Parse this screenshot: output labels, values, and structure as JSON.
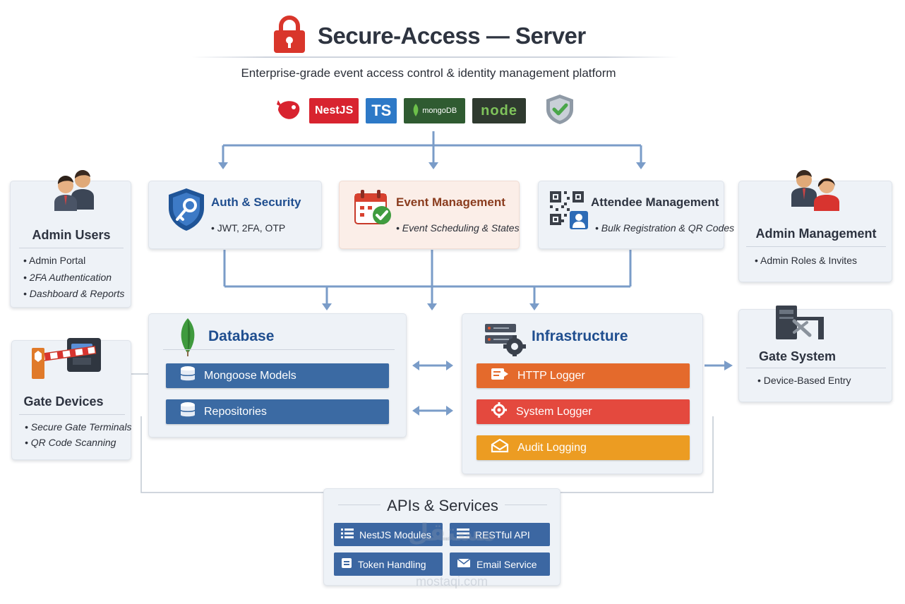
{
  "header": {
    "title": "Secure-Access — Server",
    "subtitle": "Enterprise-grade event access control & identity management platform"
  },
  "tech_badges": {
    "nestjs": "NestJS",
    "typescript": "TS",
    "mongodb": "mongoDB",
    "node": "node"
  },
  "auth_security": {
    "title": "Auth & Security",
    "bullet": "JWT, 2FA, OTP"
  },
  "event_management": {
    "title": "Event Management",
    "bullet": "Event Scheduling & States"
  },
  "attendee_management": {
    "title": "Attendee Management",
    "bullet": "Bulk Registration & QR Codes"
  },
  "admin_users": {
    "title": "Admin Users",
    "items": [
      "Admin Portal",
      "2FA Authentication",
      "Dashboard & Reports"
    ]
  },
  "admin_management": {
    "title": "Admin Management",
    "items": [
      "Admin Roles & Invites"
    ]
  },
  "gate_devices": {
    "title": "Gate Devices",
    "items": [
      "Secure Gate Terminals",
      "QR Code Scanning"
    ]
  },
  "gate_system": {
    "title": "Gate System",
    "items": [
      "Device-Based Entry"
    ]
  },
  "database": {
    "title": "Database",
    "items": [
      "Mongoose Models",
      "Repositories"
    ]
  },
  "infrastructure": {
    "title": "Infrastructure",
    "items": [
      "HTTP Logger",
      "System Logger",
      "Audit Logging"
    ]
  },
  "apis_services": {
    "title": "APIs & Services",
    "items": [
      "NestJS Modules",
      "RESTful API",
      "Token Handling",
      "Email Service"
    ]
  },
  "watermark": {
    "main": "مستقل",
    "sub": "mostaqi.com"
  },
  "colors": {
    "accent_blue": "#1f4e8f",
    "bar_blue": "#3b6aa3",
    "http_logger": "#e46a2c",
    "system_logger": "#e4493e",
    "audit_logging": "#ec9c22",
    "lock_red": "#d9362b",
    "connector": "#7a9cc8"
  }
}
